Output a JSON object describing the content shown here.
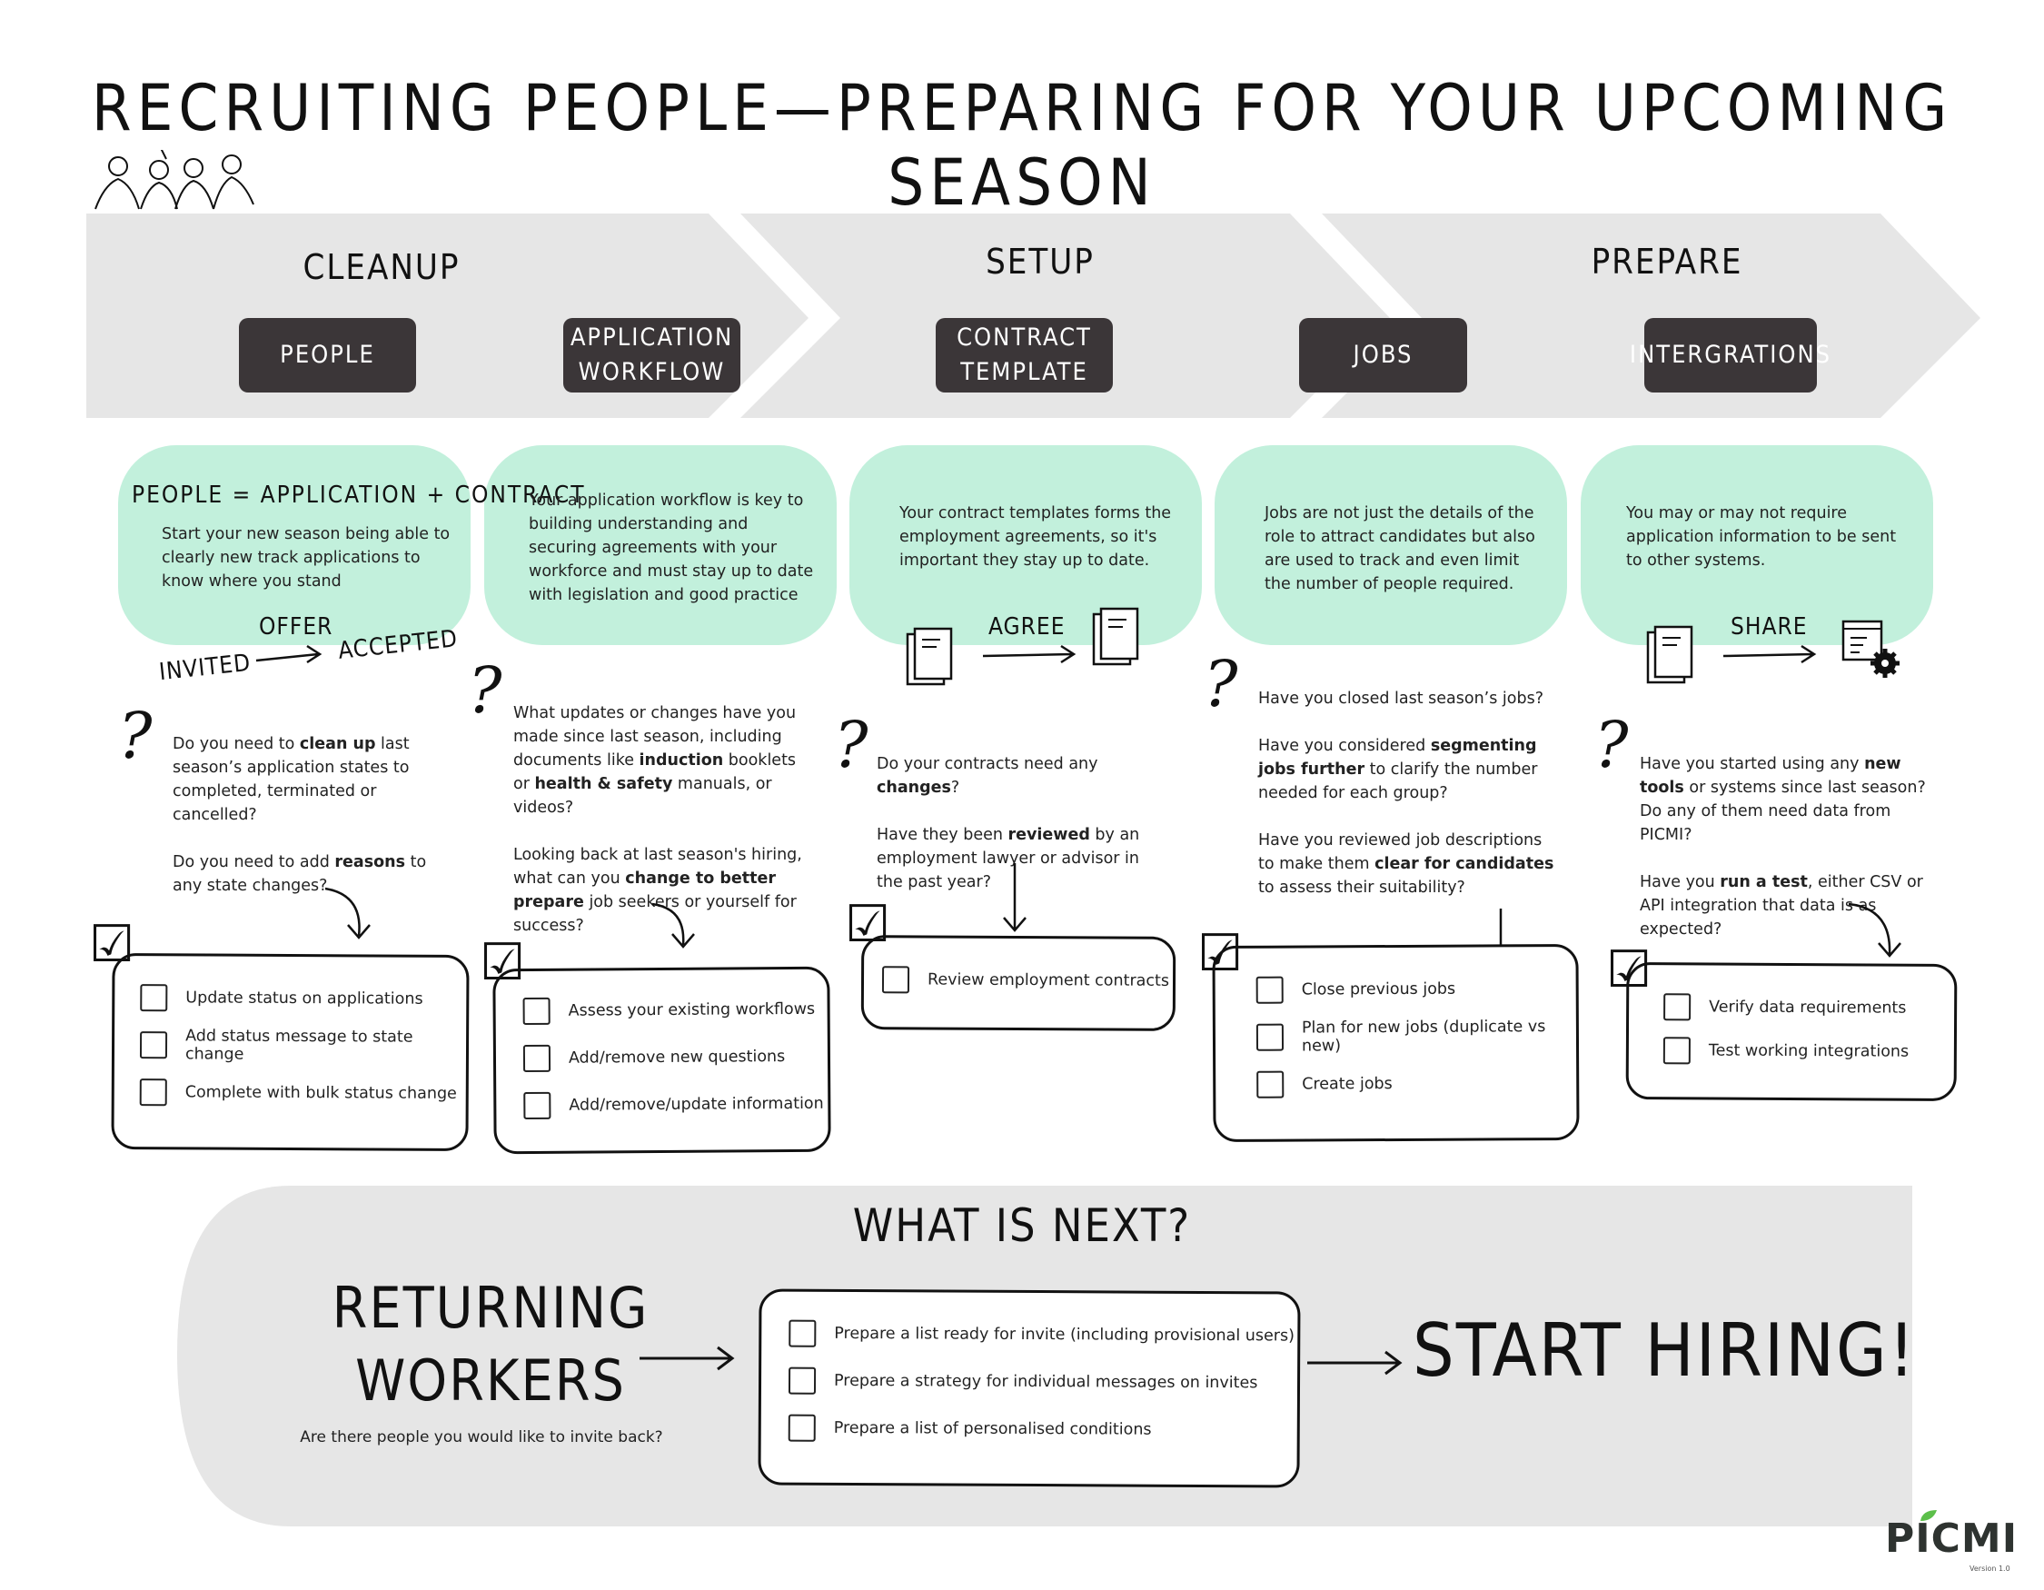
{
  "title": "RECRUITING PEOPLE—PREPARING FOR YOUR UPCOMING SEASON",
  "phases": {
    "cleanup": "CLEANUP",
    "setup": "SETUP",
    "prepare": "PREPARE"
  },
  "steps": [
    "PEOPLE",
    "APPLICATION\nWORKFLOW",
    "CONTRACT\nTEMPLATE",
    "JOBS",
    "INTERGRATIONS"
  ],
  "columns": [
    {
      "heading": "PEOPLE = APPLICATION + CONTRACT",
      "intro": "Start your new season being able to clearly new track applications to know where you stand",
      "flow": [
        "INVITED",
        "OFFER",
        "ACCEPTED"
      ],
      "questions": [
        [
          "Do you need to ",
          "clean up",
          " last season’s application states to completed, terminated or cancelled?"
        ],
        [
          "Do you need to add ",
          "reasons",
          " to any state changes?"
        ]
      ],
      "tasks": [
        "Update status on applications",
        "Add status message to state change",
        "Complete with bulk status change"
      ]
    },
    {
      "intro": "Your application workflow is key to building understanding and securing agreements with your workforce and must stay up to date with legislation and good practice",
      "questions": [
        [
          "What updates or changes have you made since last season, including documents like ",
          "induction",
          " booklets or ",
          "health & safety",
          " manuals, or videos?"
        ],
        [
          "Looking back at last season's hiring, what can you ",
          "change to better prepare",
          " job seekers or yourself for success?"
        ]
      ],
      "tasks": [
        "Assess your existing workflows",
        "Add/remove new questions",
        "Add/remove/update information"
      ]
    },
    {
      "intro": "Your contract templates forms the employment agreements, so it's important they stay up to date.",
      "flow": [
        "AGREE"
      ],
      "questions": [
        [
          "Do your contracts need any ",
          "changes",
          "?"
        ],
        [
          "Have they been ",
          "reviewed",
          " by an employment lawyer or advisor in the past year?"
        ]
      ],
      "tasks": [
        "Review  employment contracts"
      ]
    },
    {
      "intro": "Jobs are not just the details of the role to attract candidates but also are used to track and even limit the number of people required.",
      "questions": [
        [
          "Have you closed last season’s jobs?"
        ],
        [
          "Have you considered ",
          "segmenting jobs further",
          " to clarify the number needed for each group?"
        ],
        [
          "Have you reviewed job descriptions to make them ",
          "clear for candidates",
          " to assess their suitability?"
        ]
      ],
      "tasks": [
        "Close previous jobs",
        "Plan for new jobs (duplicate vs new)",
        "Create jobs"
      ]
    },
    {
      "intro": "You may or may not require application information to be sent to other systems.",
      "flow": [
        "SHARE"
      ],
      "questions": [
        [
          "Have you started using any ",
          "new tools",
          " or systems since last season? Do any of them need data from PICMI?"
        ],
        [
          "Have you ",
          "run a test",
          ", either CSV or API integration that data is as expected?"
        ]
      ],
      "tasks": [
        "Verify data requirements",
        "Test working integrations"
      ]
    }
  ],
  "next": {
    "heading": "WHAT IS NEXT?",
    "returning": "RETURNING\nWORKERS",
    "returning_sub": "Are there people you would like to invite back?",
    "tasks": [
      "Prepare a list ready for invite (including provisional users)",
      "Prepare a strategy for individual messages on invites",
      "Prepare a list of personalised conditions"
    ],
    "cta": "START HIRING!"
  },
  "brand": {
    "logo": "PICMI",
    "version": "Version 1.0"
  },
  "colors": {
    "mint": "#c2f0dc",
    "band": "#e6e6e6",
    "pill": "#3b3638",
    "next_bg": "#e6e6e6",
    "logo_green": "#5cbf4a"
  },
  "icons": [
    "people-sketch-icon",
    "question-mark-icon",
    "checkmark-icon",
    "document-icon",
    "settings-gear-icon",
    "arrow-icon"
  ]
}
